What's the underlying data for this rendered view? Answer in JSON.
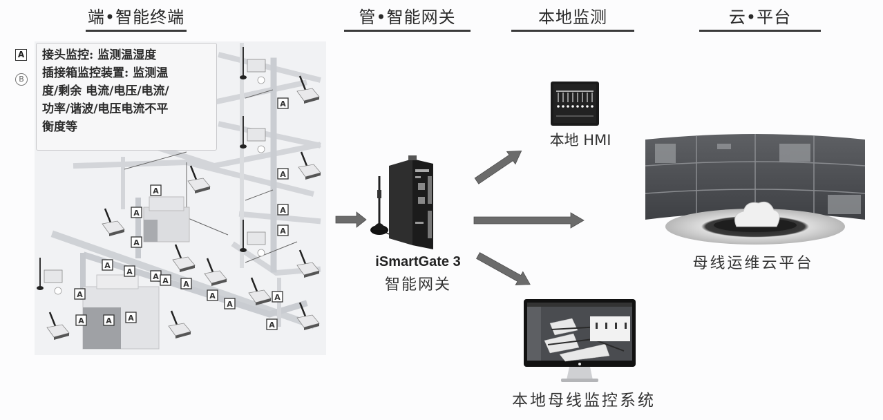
{
  "sections": [
    {
      "id": "terminal",
      "title": "端•智能终端"
    },
    {
      "id": "gateway",
      "title": "管•智能网关"
    },
    {
      "id": "local",
      "title": "本地监测"
    },
    {
      "id": "cloud",
      "title": "云•平台"
    }
  ],
  "legend": {
    "markers": [
      {
        "symbol": "A",
        "shape": "square"
      },
      {
        "symbol": "B",
        "shape": "circle"
      }
    ],
    "lines": [
      "接头监控: 监测温湿度",
      "插接箱监控装置: 监测温",
      "度/剩余 电流/电压/电流/",
      "功率/谐波/电压电流不平",
      "衡度等"
    ]
  },
  "gateway": {
    "model": "iSmartGate 3",
    "name": "智能网关"
  },
  "local": {
    "hmi_label": "本地 HMI",
    "system_label": "本地母线监控系统"
  },
  "cloud": {
    "label": "母线运维云平台"
  },
  "arrows": [
    {
      "from": "terminal",
      "to": "gateway"
    },
    {
      "from": "gateway",
      "to": "hmi"
    },
    {
      "from": "gateway",
      "to": "cloud"
    },
    {
      "from": "gateway",
      "to": "local-system"
    }
  ],
  "colors": {
    "arrow": "#6b6b6b",
    "rule": "#3a3a3a",
    "device_dark": "#1e1e1e"
  }
}
